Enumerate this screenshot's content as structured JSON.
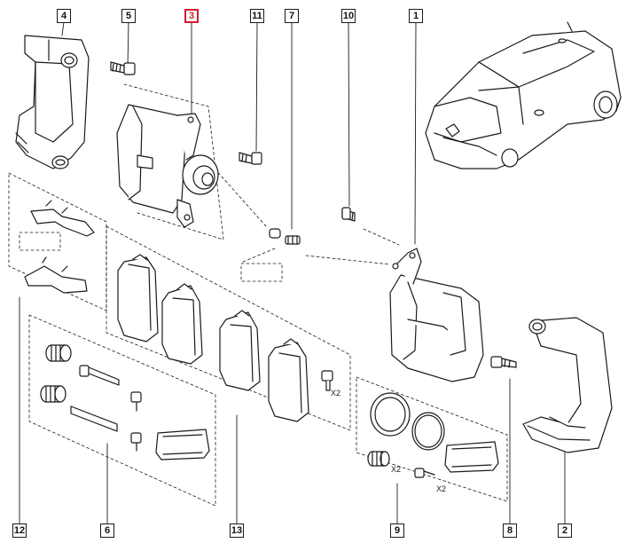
{
  "diagram": {
    "callouts": [
      {
        "id": "4",
        "highlighted": false
      },
      {
        "id": "5",
        "highlighted": false
      },
      {
        "id": "3",
        "highlighted": true
      },
      {
        "id": "11",
        "highlighted": false
      },
      {
        "id": "7",
        "highlighted": false
      },
      {
        "id": "10",
        "highlighted": false
      },
      {
        "id": "1",
        "highlighted": false
      },
      {
        "id": "12",
        "highlighted": false
      },
      {
        "id": "6",
        "highlighted": false
      },
      {
        "id": "13",
        "highlighted": false
      },
      {
        "id": "9",
        "highlighted": false
      },
      {
        "id": "8",
        "highlighted": false
      },
      {
        "id": "2",
        "highlighted": false
      }
    ],
    "quantity_notes": {
      "pad_screw": "X2",
      "boot": "X2",
      "small_screw": "X2"
    },
    "colors": {
      "highlight": "#d21f2b",
      "line": "#1a1a1a",
      "part_fill": "#ffffff"
    }
  }
}
